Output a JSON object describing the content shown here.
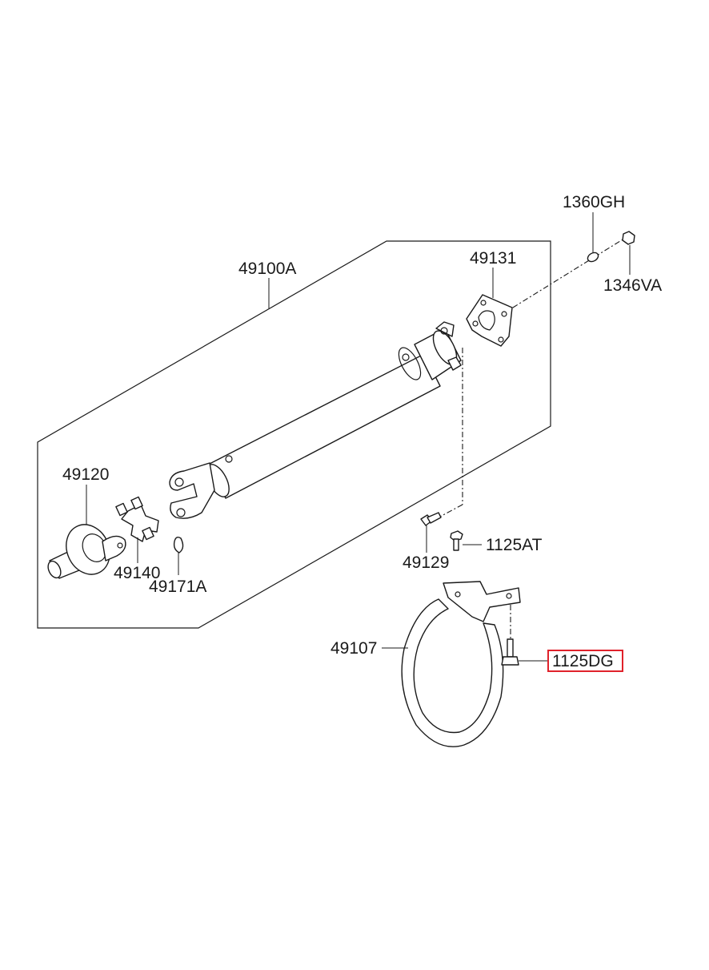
{
  "labels": {
    "l_1360GH": "1360GH",
    "l_1346VA": "1346VA",
    "l_49131": "49131",
    "l_49100A": "49100A",
    "l_49120": "49120",
    "l_49140": "49140",
    "l_49171A": "49171A",
    "l_49129": "49129",
    "l_1125AT": "1125AT",
    "l_49107": "49107",
    "l_1125DG": "1125DG"
  },
  "highlight": {
    "part": "1125DG",
    "color": "#e0222b"
  }
}
